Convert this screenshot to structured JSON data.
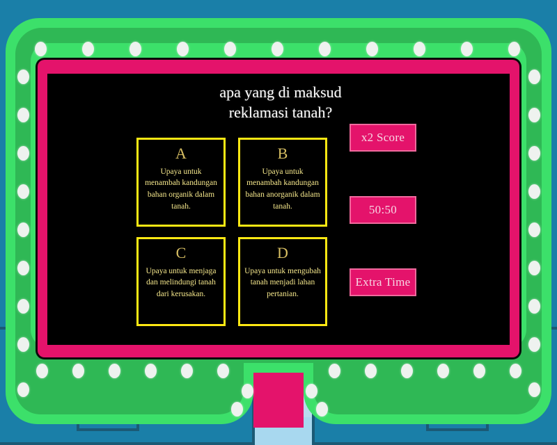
{
  "app": {
    "type": "quiz-game",
    "title": "Gameshow Quiz"
  },
  "question": {
    "line1": "apa yang di maksud",
    "line2": "reklamasi tanah?"
  },
  "answers": [
    {
      "letter": "A",
      "text": "Upaya untuk menambah kandungan bahan organik dalam tanah."
    },
    {
      "letter": "B",
      "text": "Upaya untuk menambah kandungan bahan anorganik dalam tanah."
    },
    {
      "letter": "C",
      "text": "Upaya untuk menjaga dan melindungi tanah dari kerusakan."
    },
    {
      "letter": "D",
      "text": "Upaya untuk mengubah tanah menjadi lahan pertanian."
    }
  ],
  "powerups": [
    {
      "label": "x2 Score"
    },
    {
      "label": "50:50"
    },
    {
      "label": "Extra Time"
    }
  ],
  "colors": {
    "backdrop": "#a8d8ef",
    "teal": "#1a7fa8",
    "teal_outline": "#1b5a75",
    "green_outer": "#3ce06a",
    "green_band": "#2fb855",
    "pink_frame": "#e4136b",
    "powerup_border": "#f06a9d",
    "answer_border": "#ffe813",
    "answer_text": "#f6e88c",
    "answer_letter": "#d8bf63",
    "screen": "#000000",
    "bulb": "#eef2ef",
    "question_text": "#ffffff"
  }
}
